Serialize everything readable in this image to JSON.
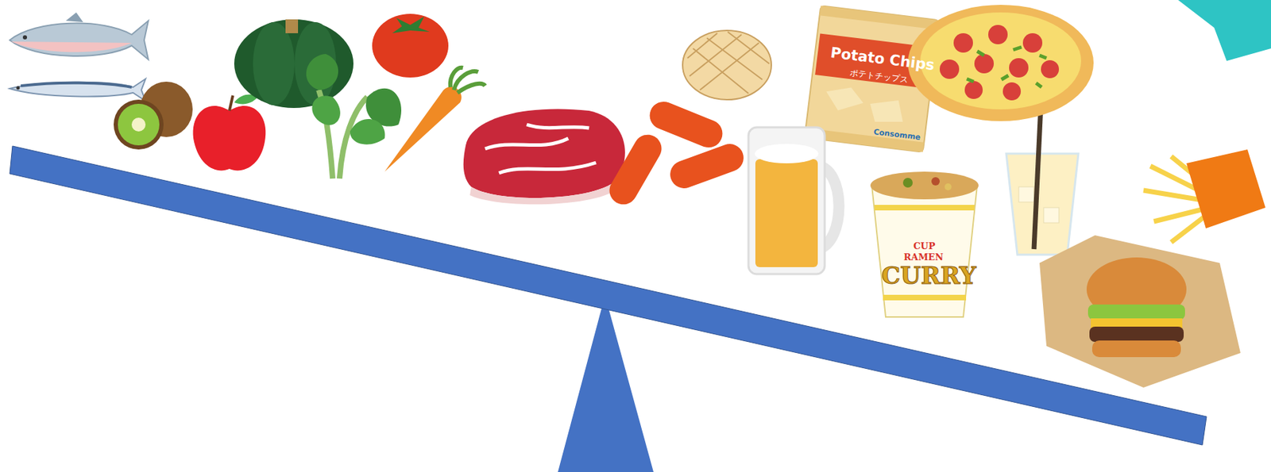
{
  "diagram": {
    "labels": [
      "Potato Chips",
      "ポテトチップス",
      "Consomme",
      "CUP",
      "RAMEN",
      "CURRY"
    ]
  }
}
